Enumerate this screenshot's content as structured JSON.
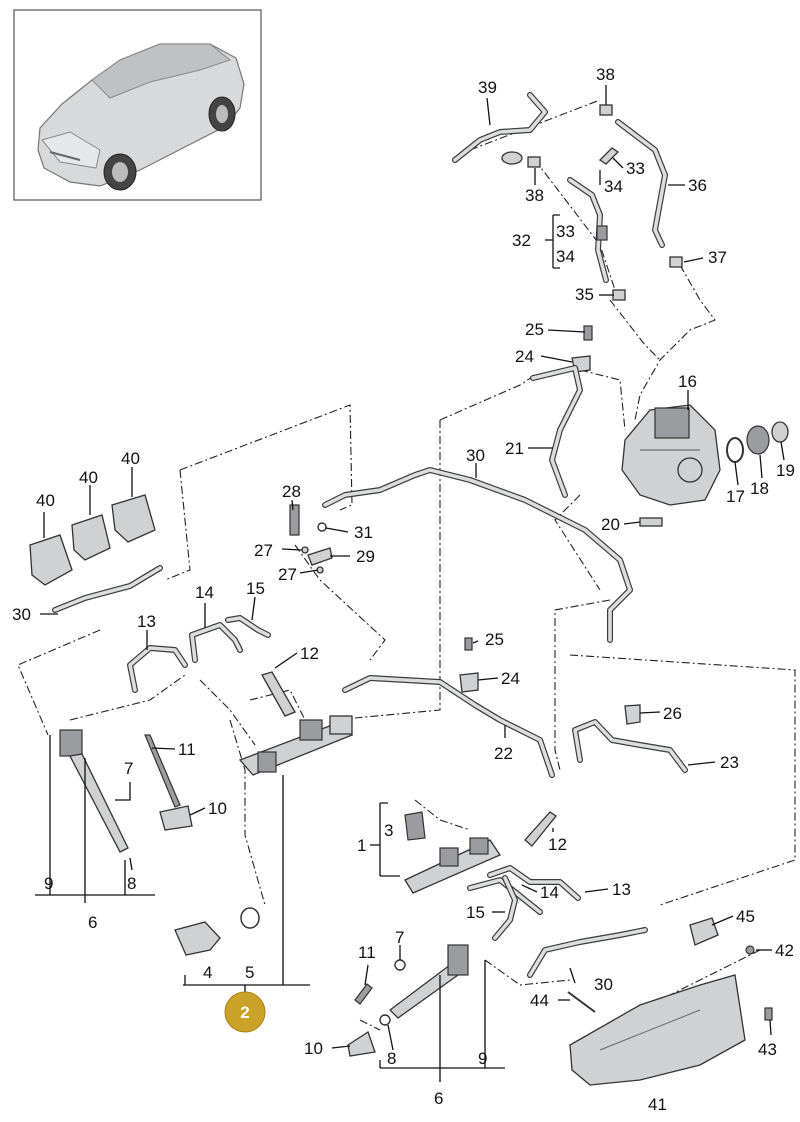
{
  "labels": {
    "l1": "1",
    "l2": "2",
    "l3": "3",
    "l4": "4",
    "l5": "5",
    "l6a": "6",
    "l6b": "6",
    "l7a": "7",
    "l7b": "7",
    "l8a": "8",
    "l8b": "8",
    "l9a": "9",
    "l9b": "9",
    "l10a": "10",
    "l10b": "10",
    "l11a": "11",
    "l11b": "11",
    "l12a": "12",
    "l12b": "12",
    "l13a": "13",
    "l13b": "13",
    "l14a": "14",
    "l14b": "14",
    "l15a": "15",
    "l15b": "15",
    "l16": "16",
    "l17": "17",
    "l18": "18",
    "l19": "19",
    "l20": "20",
    "l21": "21",
    "l22": "22",
    "l23": "23",
    "l24a": "24",
    "l24b": "24",
    "l25a": "25",
    "l25b": "25",
    "l26": "26",
    "l27a": "27",
    "l27b": "27",
    "l28": "28",
    "l29": "29",
    "l30a": "30",
    "l30b": "30",
    "l30c": "30",
    "l31": "31",
    "l32": "32",
    "l33a": "33",
    "l33b": "33",
    "l34a": "34",
    "l34b": "34",
    "l35": "35",
    "l36": "36",
    "l37": "37",
    "l38a": "38",
    "l38b": "38",
    "l39": "39",
    "l40a": "40",
    "l40b": "40",
    "l40c": "40",
    "l41": "41",
    "l42": "42",
    "l43": "43",
    "l44": "44",
    "l45": "45"
  },
  "badge": {
    "text": "2",
    "color": "#c9a227"
  },
  "thumbnail": {
    "icon": "car-suv-icon"
  },
  "colors": {
    "line": "#111111",
    "part_fill": "#cfd1d3",
    "part_dark": "#9a9c9f",
    "badge": "#c9a227"
  }
}
